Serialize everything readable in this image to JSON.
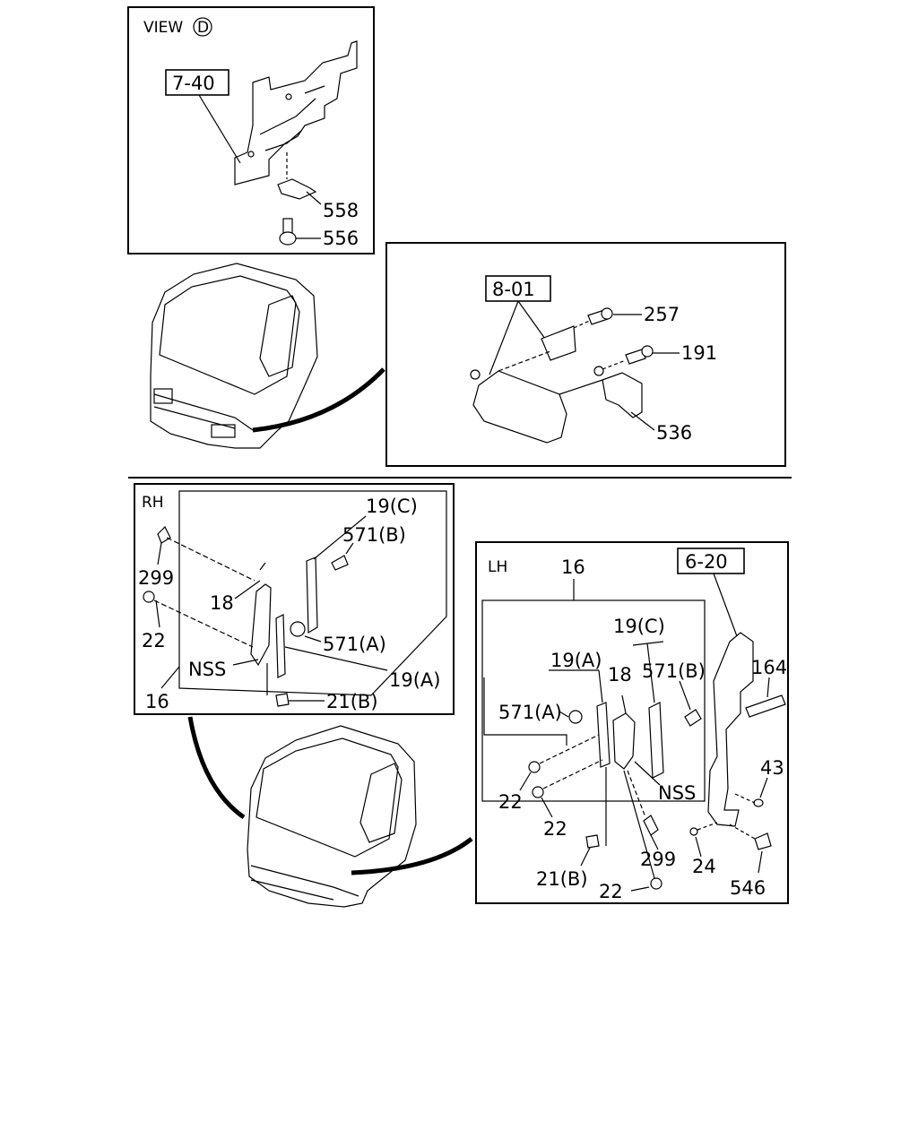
{
  "view_d": {
    "title": "VIEW",
    "title_circle": "D",
    "ref_box": "7-40",
    "parts": [
      "558",
      "556"
    ]
  },
  "headlamp": {
    "ref_box": "8-01",
    "parts": [
      "257",
      "191",
      "536"
    ]
  },
  "rh": {
    "side": "RH",
    "labels": [
      "19(C)",
      "571(B)",
      "299",
      "18",
      "22",
      "571(A)",
      "NSS",
      "19(A)",
      "16",
      "21(B)"
    ]
  },
  "lh": {
    "side": "LH",
    "group": "16",
    "ref_box": "6-20",
    "labels": [
      "19(C)",
      "19(A)",
      "18",
      "571(B)",
      "571(A)",
      "164",
      "43",
      "22",
      "22",
      "NSS",
      "299",
      "24",
      "21(B)",
      "22",
      "546"
    ]
  }
}
